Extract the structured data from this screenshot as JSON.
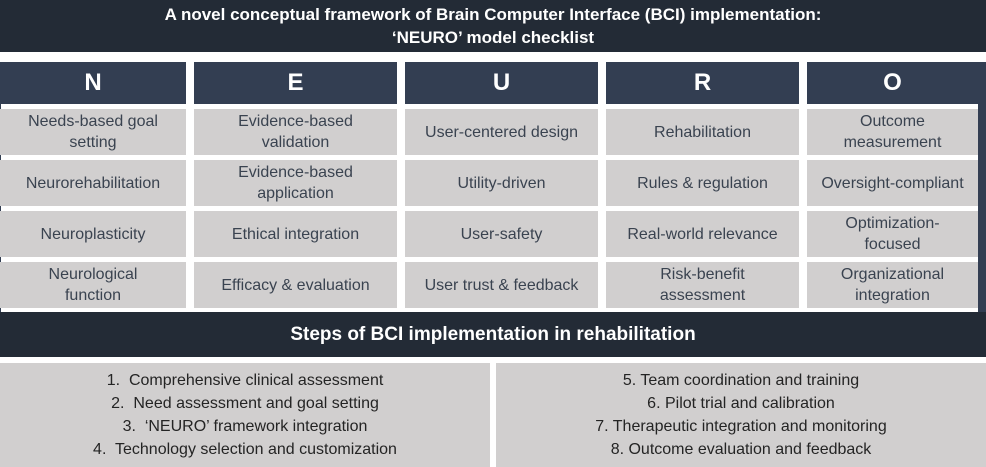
{
  "title": "A novel conceptual framework of Brain Computer Interface (BCI) implementation:\n‘NEURO’ model checklist",
  "colors": {
    "banner_navy": "#232B36",
    "header_navy": "#333E52",
    "cell_gray": "#D1CFCF",
    "cell_text": "#3A4350",
    "list_text": "#242424",
    "gap_white": "#FFFFFF"
  },
  "framework": {
    "columns": [
      {
        "header": "N",
        "cells": [
          "Needs-based goal\nsetting",
          "Neurorehabilitation",
          "Neuroplasticity",
          "Neurological\nfunction"
        ]
      },
      {
        "header": "E",
        "cells": [
          "Evidence-based\nvalidation",
          "Evidence-based\napplication",
          "Ethical integration",
          "Efficacy & evaluation"
        ]
      },
      {
        "header": "U",
        "cells": [
          "User-centered design",
          "Utility-driven",
          "User-safety",
          "User trust & feedback"
        ]
      },
      {
        "header": "R",
        "cells": [
          "Rehabilitation",
          "Rules & regulation",
          "Real-world relevance",
          "Risk-benefit\nassessment"
        ]
      },
      {
        "header": "O",
        "cells": [
          "Outcome\nmeasurement",
          "Oversight-compliant",
          "Optimization-\nfocused",
          "Organizational\nintegration"
        ]
      }
    ]
  },
  "steps_banner": "Steps of BCI implementation in rehabilitation",
  "steps": {
    "left": [
      "1.  Comprehensive clinical assessment",
      "2.  Need assessment and goal setting",
      "3.  ‘NEURO’ framework integration",
      "4.  Technology selection and customization"
    ],
    "right": [
      "5. Team coordination and training",
      "6. Pilot trial and calibration",
      "7. Therapeutic integration and monitoring",
      "8. Outcome evaluation and feedback"
    ]
  }
}
